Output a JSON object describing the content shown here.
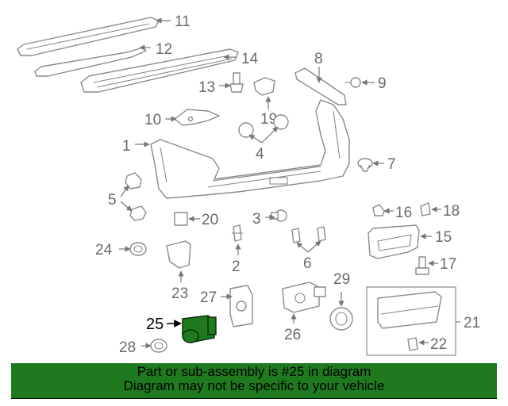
{
  "callouts": {
    "c1": "1",
    "c2": "2",
    "c3": "3",
    "c4": "4",
    "c5": "5",
    "c6": "6",
    "c7": "7",
    "c8": "8",
    "c9": "9",
    "c10": "10",
    "c11": "11",
    "c12": "12",
    "c13": "13",
    "c14": "14",
    "c15": "15",
    "c16": "16",
    "c17": "17",
    "c18": "18",
    "c19": "19",
    "c20": "20",
    "c21": "21",
    "c22": "22",
    "c23": "23",
    "c24": "24",
    "c25": "25",
    "c26": "26",
    "c27": "27",
    "c28": "28",
    "c29": "29"
  },
  "highlight": {
    "part_number": "25",
    "color": "#1f7a1f"
  },
  "footer": {
    "line1": "Part or sub-assembly is #25 in diagram",
    "line2": "Diagram may not be specific to your vehicle",
    "background": "#1f7a1f"
  }
}
